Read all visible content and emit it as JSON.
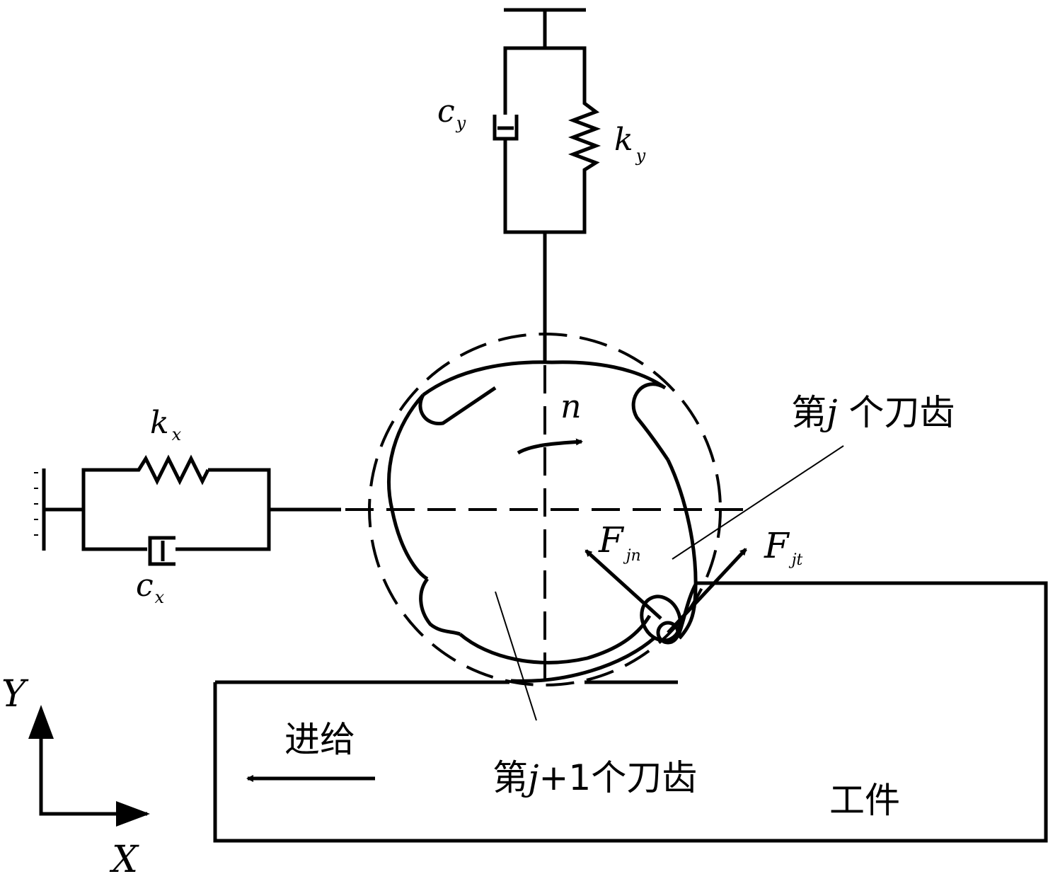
{
  "labels": {
    "cy": {
      "main": "c",
      "sub": "y"
    },
    "ky": {
      "main": "k",
      "sub": "y"
    },
    "kx": {
      "main": "k",
      "sub": "x"
    },
    "cx": {
      "main": "c",
      "sub": "x"
    },
    "n": "n",
    "fjn": {
      "main": "F",
      "sub": "jn"
    },
    "fjt": {
      "main": "F",
      "sub": "jt"
    },
    "tooth_j": {
      "prefix": "第",
      "var": "j",
      "suffix": " 个刀齿"
    },
    "tooth_j1": {
      "prefix": "第",
      "var": "j",
      "suffix": "+1个刀齿"
    },
    "feed": "进给",
    "workpiece": "工件",
    "axis_x": "X",
    "axis_y": "Y"
  }
}
